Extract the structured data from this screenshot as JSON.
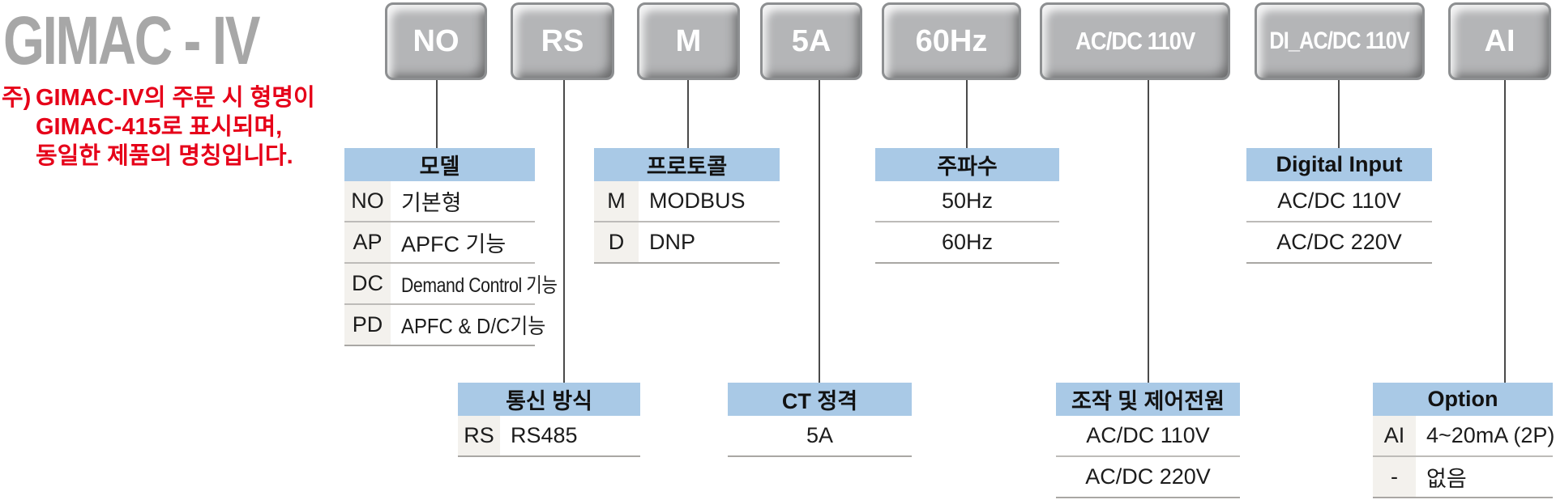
{
  "title": "GIMAC - IV",
  "note": {
    "prefix": "주)",
    "lines": [
      "GIMAC-IV의 주문 시 형명이",
      "GIMAC-415로 표시되며,",
      "동일한 제품의 명칭입니다."
    ]
  },
  "colors": {
    "header_blue": "#a9c9e6",
    "block_gray": "#b4b5b7",
    "block_border_gray": "#8d8f91",
    "note_red": "#e60019",
    "title_gray": "#a7a7a7",
    "code_col_bg": "#f3f1ed"
  },
  "code_blocks": [
    {
      "label": "NO"
    },
    {
      "label": "RS"
    },
    {
      "label": "M"
    },
    {
      "label": "5A"
    },
    {
      "label": "60Hz"
    },
    {
      "label": "AC/DC 110V"
    },
    {
      "label": "DI_AC/DC 110V"
    },
    {
      "label": "AI"
    }
  ],
  "tables": [
    {
      "title": "모델",
      "rows": [
        {
          "code": "NO",
          "value": "기본형"
        },
        {
          "code": "AP",
          "value": "APFC 기능"
        },
        {
          "code": "DC",
          "value": "Demand Control 기능"
        },
        {
          "code": "PD",
          "value": "APFC & D/C기능"
        }
      ]
    },
    {
      "title": "프로토콜",
      "rows": [
        {
          "code": "M",
          "value": "MODBUS"
        },
        {
          "code": "D",
          "value": "DNP"
        }
      ]
    },
    {
      "title": "주파수",
      "rows": [
        {
          "value": "50Hz"
        },
        {
          "value": "60Hz"
        }
      ]
    },
    {
      "title": "Digital Input",
      "rows": [
        {
          "value": "AC/DC 110V"
        },
        {
          "value": "AC/DC 220V"
        }
      ]
    },
    {
      "title": "통신 방식",
      "rows": [
        {
          "code": "RS",
          "value": "RS485"
        }
      ]
    },
    {
      "title": "CT 정격",
      "rows": [
        {
          "value": "5A"
        }
      ]
    },
    {
      "title": "조작 및 제어전원",
      "rows": [
        {
          "value": "AC/DC 110V"
        },
        {
          "value": "AC/DC 220V"
        }
      ]
    },
    {
      "title": "Option",
      "rows": [
        {
          "code": "AI",
          "value": "4~20mA (2P)"
        },
        {
          "code": "-",
          "value": "없음"
        }
      ]
    }
  ]
}
